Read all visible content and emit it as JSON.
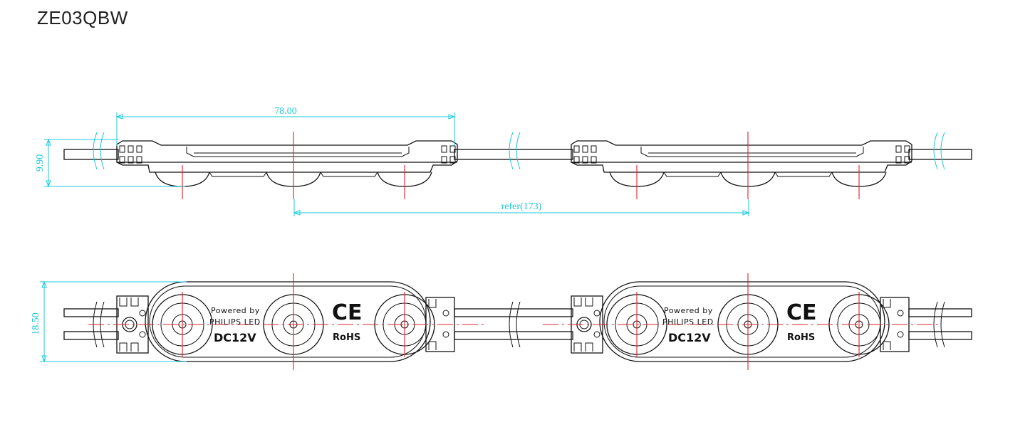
{
  "title": "ZE03QBW",
  "dimensions": {
    "length": "78.00",
    "pitch": "refer(173)",
    "height": "9.90",
    "width": "18.50"
  },
  "module_label": {
    "powered_by": "Powered by",
    "brand": "PHILIPS LED",
    "voltage": "DC12V",
    "ce_mark": "CE",
    "rohs": "RoHS"
  },
  "colors": {
    "outline": "#111111",
    "centerline": "#e0202a",
    "dimension": "#19c9dc"
  }
}
